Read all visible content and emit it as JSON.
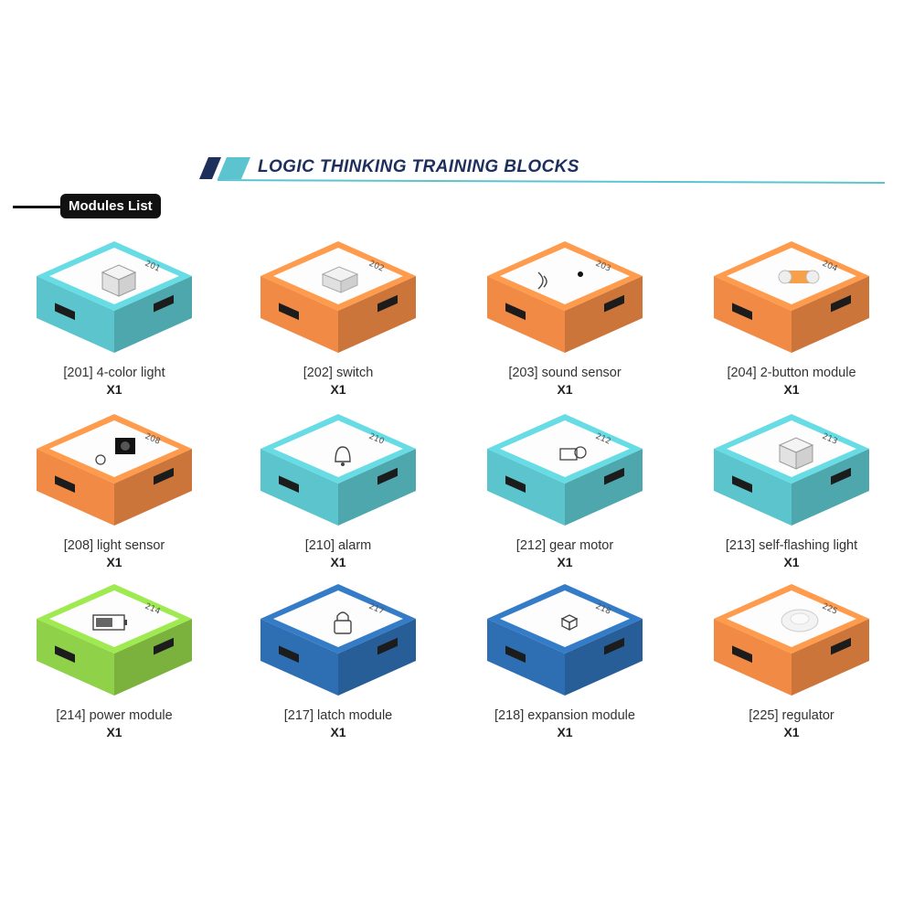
{
  "header": {
    "title": "LOGIC THINKING TRAINING BLOCKS",
    "badge": "Modules List",
    "accent_dark": "#1e2f5c",
    "accent_light": "#5bc4cf"
  },
  "colors": {
    "teal": "#5cc4cc",
    "orange": "#f08a45",
    "green": "#8fd148",
    "blue": "#2e6fb3"
  },
  "modules": [
    {
      "code": "201",
      "name": "[201] 4-color light",
      "qty": "X1",
      "color": "teal",
      "icon": "cube-light-icon"
    },
    {
      "code": "202",
      "name": "[202] switch",
      "qty": "X1",
      "color": "orange",
      "icon": "switch-button-icon"
    },
    {
      "code": "203",
      "name": "[203] sound sensor",
      "qty": "X1",
      "color": "orange",
      "icon": "sound-wave-icon"
    },
    {
      "code": "204",
      "name": "[204] 2-button module",
      "qty": "X1",
      "color": "orange",
      "icon": "two-button-icon"
    },
    {
      "code": "208",
      "name": "[208] light sensor",
      "qty": "X1",
      "color": "orange",
      "icon": "sun-sensor-icon"
    },
    {
      "code": "210",
      "name": "[210] alarm",
      "qty": "X1",
      "color": "teal",
      "icon": "alarm-bell-icon"
    },
    {
      "code": "212",
      "name": "[212] gear motor",
      "qty": "X1",
      "color": "teal",
      "icon": "gear-motor-icon"
    },
    {
      "code": "213",
      "name": "[213] self-flashing light",
      "qty": "X1",
      "color": "teal",
      "icon": "cube-light-icon"
    },
    {
      "code": "214",
      "name": "[214] power module",
      "qty": "X1",
      "color": "green",
      "icon": "battery-icon"
    },
    {
      "code": "217",
      "name": "[217] latch module",
      "qty": "X1",
      "color": "blue",
      "icon": "padlock-icon"
    },
    {
      "code": "218",
      "name": "[218] expansion module",
      "qty": "X1",
      "color": "blue",
      "icon": "expansion-cube-icon"
    },
    {
      "code": "225",
      "name": "[225] regulator",
      "qty": "X1",
      "color": "orange",
      "icon": "dial-knob-icon"
    }
  ]
}
